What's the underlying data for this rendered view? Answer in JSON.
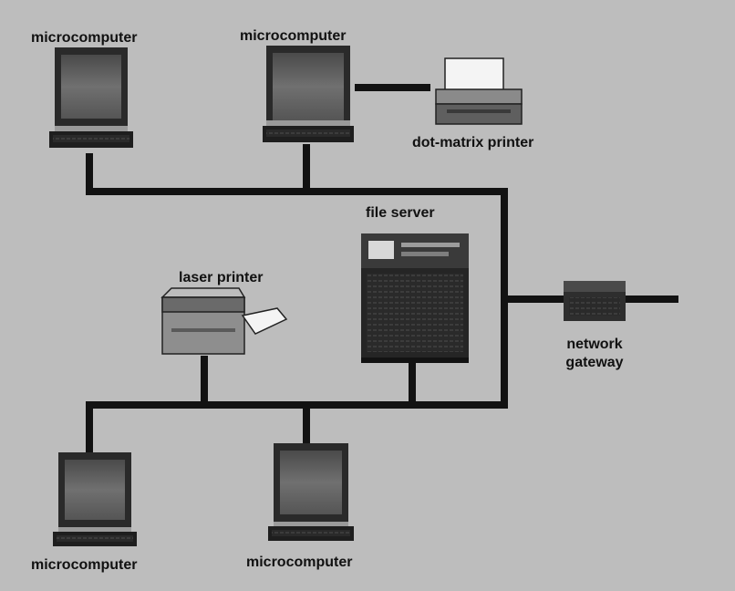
{
  "diagram": {
    "colors": {
      "background": "#bdbdbd",
      "cable": "#121212",
      "device_body": "#7a7a7a",
      "device_dark": "#232323",
      "screen": "#6b6b6b",
      "paper": "#f4f4f4"
    },
    "nodes": {
      "micro_top_left": {
        "label": "microcomputer",
        "icon": "computer-icon"
      },
      "micro_top_mid": {
        "label": "microcomputer",
        "icon": "computer-icon"
      },
      "dot_matrix": {
        "label": "dot-matrix printer",
        "icon": "dot-matrix-printer-icon"
      },
      "file_server": {
        "label": "file server",
        "icon": "file-server-icon"
      },
      "laser_printer": {
        "label": "laser printer",
        "icon": "laser-printer-icon"
      },
      "gateway": {
        "label_lines": [
          "network",
          "gateway"
        ],
        "icon": "network-gateway-icon"
      },
      "micro_bottom_left": {
        "label": "microcomputer",
        "icon": "computer-icon"
      },
      "micro_bottom_mid": {
        "label": "microcomputer",
        "icon": "computer-icon"
      }
    },
    "connections": [
      [
        "micro_top_left",
        "network_bus"
      ],
      [
        "micro_top_mid",
        "network_bus"
      ],
      [
        "micro_top_mid",
        "dot_matrix"
      ],
      [
        "laser_printer",
        "network_bus"
      ],
      [
        "file_server",
        "network_bus"
      ],
      [
        "micro_bottom_left",
        "network_bus"
      ],
      [
        "micro_bottom_mid",
        "network_bus"
      ],
      [
        "network_bus",
        "gateway"
      ]
    ]
  }
}
